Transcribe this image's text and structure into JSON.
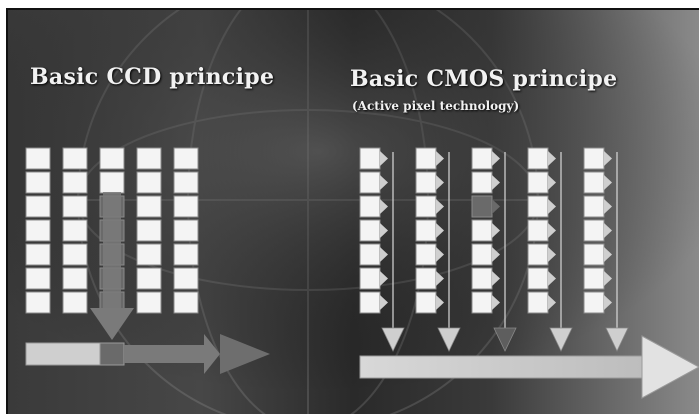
{
  "ccd": {
    "title": "Basic CCD principe",
    "columns": 5,
    "pixels_per_column": 7,
    "active_column": 3
  },
  "cmos": {
    "title": "Basic CMOS principe",
    "subtitle": "(Active pixel technology)",
    "columns": 5,
    "pixels_per_column": 7,
    "active_column": 3,
    "active_pixel": 3
  },
  "colors": {
    "pixel_fill": "#f4f4f4",
    "pixel_border": "#8a8a8a",
    "active_pixel": "#6a6a6a",
    "arrow_fill": "#7a7a7a",
    "output_bar": "#cfcfcf"
  }
}
